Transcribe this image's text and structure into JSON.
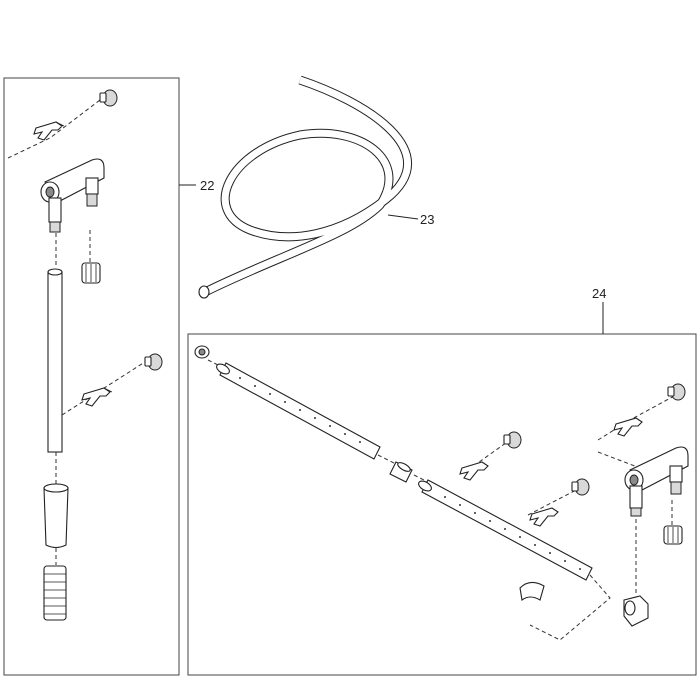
{
  "diagram": {
    "callouts": {
      "part_22": "22",
      "part_23": "23",
      "part_24": "24"
    },
    "icons": [
      "outlet-elbow-icon",
      "hose-icon",
      "spray-bar-icon",
      "suction-cup-icon",
      "clip-holder-icon",
      "nut-icon",
      "strainer-icon"
    ]
  }
}
